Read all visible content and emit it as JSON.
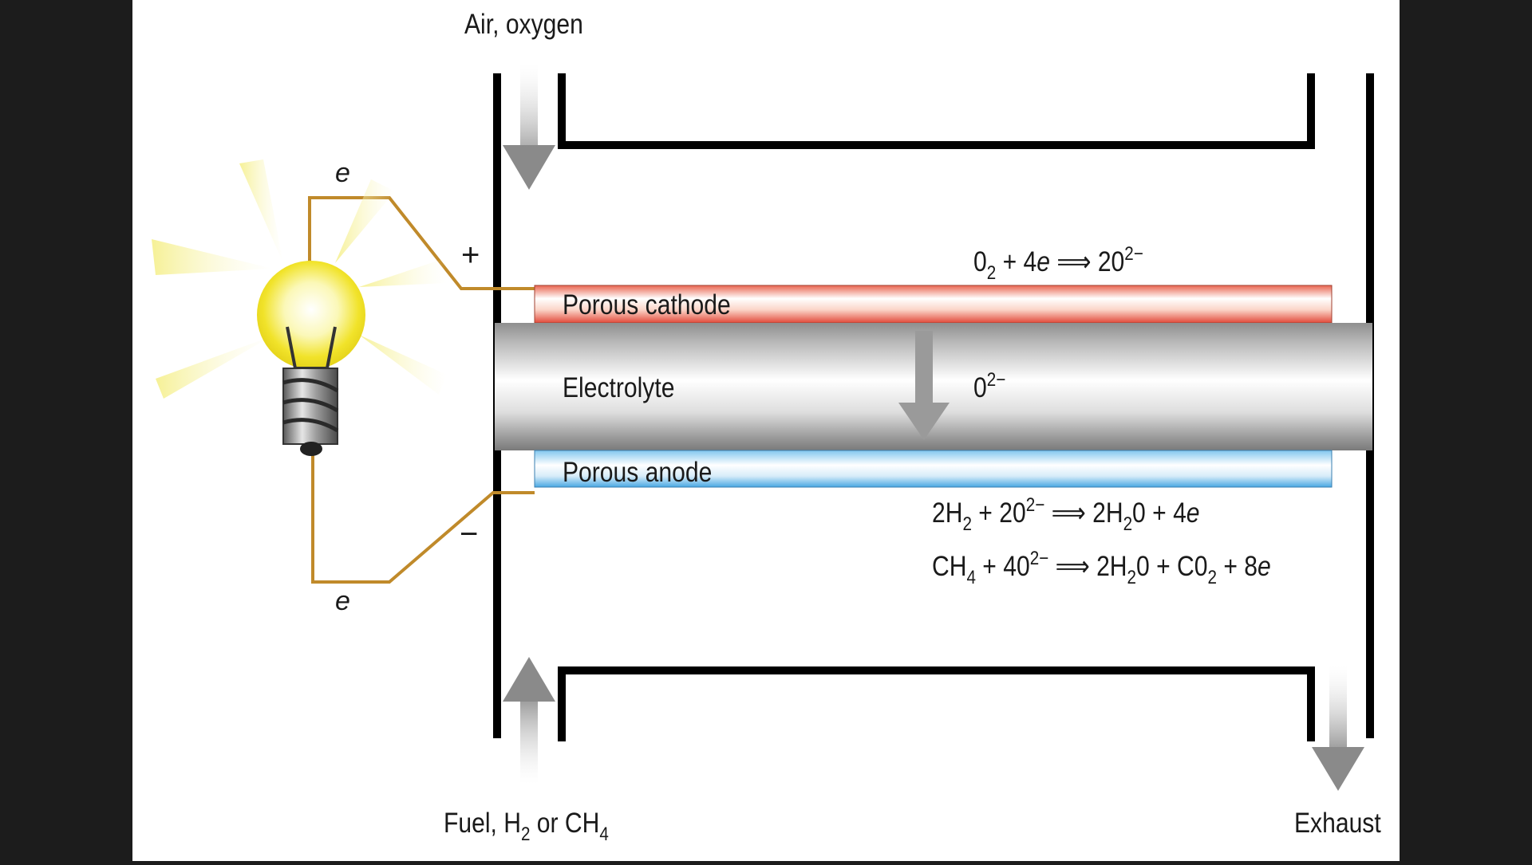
{
  "labels": {
    "air_inlet": "Air, oxygen",
    "fuel_inlet": {
      "prefix": "Fuel, H",
      "sub1": "2",
      "mid": " or CH",
      "sub2": "4"
    },
    "exhaust": "Exhaust",
    "cathode": "Porous cathode",
    "electrolyte": "Electrolyte",
    "anode": "Porous anode",
    "positive_terminal": "+",
    "negative_terminal": "−",
    "electron_top": "e",
    "electron_bottom": "e",
    "oxide_ion": {
      "base": "0",
      "sup": "2−"
    }
  },
  "equations": {
    "cathode_reaction": {
      "a": "0",
      "a_sub": "2",
      "b": " + 4",
      "e": "e",
      "arrow": " ⟹ ",
      "c": "20",
      "c_sup": "2−"
    },
    "anode_reaction_h2": {
      "a": "2H",
      "a_sub": "2",
      "b": " + 20",
      "b_sup": "2−",
      "arrow": " ⟹ ",
      "c": "2H",
      "c_sub": "2",
      "d": "0 + 4",
      "e": "e"
    },
    "anode_reaction_ch4": {
      "a": "CH",
      "a_sub": "4",
      "b": " + 40",
      "b_sup": "2−",
      "arrow": " ⟹ ",
      "c": "2H",
      "c_sub": "2",
      "d": "0 + C0",
      "d_sub": "2",
      "f": " + 8",
      "e": "e"
    }
  },
  "colors": {
    "cathode": "#e8574a",
    "anode": "#5fb7e8",
    "wire": "#c08a2a",
    "bulb_glow": "#f2ea3a",
    "frame": "#000000",
    "page_background": "#ffffff",
    "outer_background": "#1c1c1c"
  }
}
